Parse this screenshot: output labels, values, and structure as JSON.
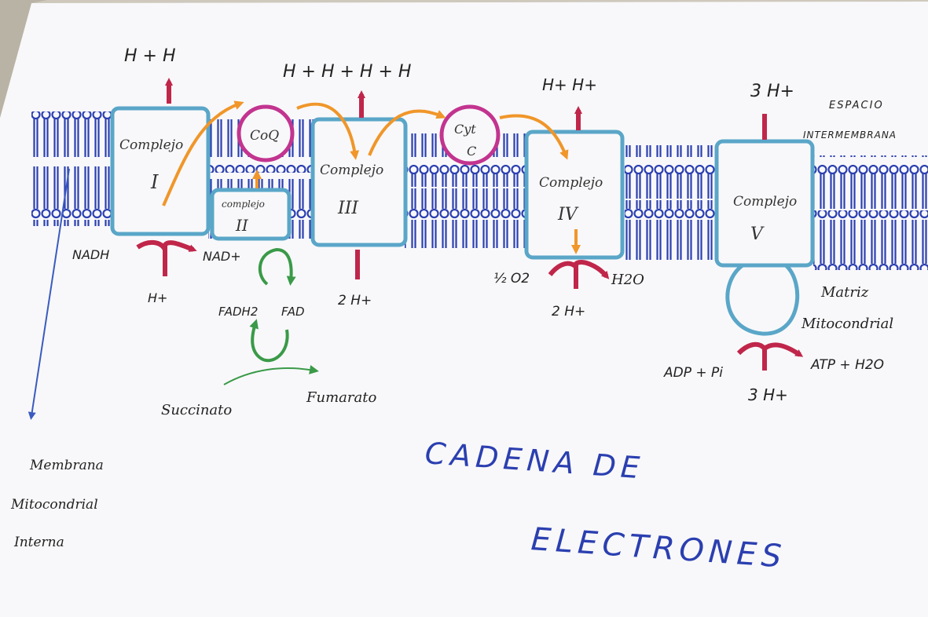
{
  "diagram": {
    "title_line1": "CADENA DE",
    "title_line2": "ELECTRONES",
    "complexes": [
      {
        "name": "Complejo",
        "numeral": "I"
      },
      {
        "name": "complejo",
        "numeral": "II"
      },
      {
        "name": "Complejo",
        "numeral": "III"
      },
      {
        "name": "Complejo",
        "numeral": "IV"
      },
      {
        "name": "Complejo",
        "numeral": "V"
      }
    ],
    "carriers": {
      "coq": "CoQ",
      "cyt_line1": "Cyt",
      "cyt_line2": "C"
    },
    "labels": {
      "h_c1_top": "H + H",
      "h_c3_top": "H + H + H + H",
      "h_c4_top": "H+  H+",
      "h_c5_top": "3 H+",
      "nadh": "NADH",
      "nad": "NAD+",
      "h_c1_bottom": "H+",
      "fadh2": "FADH2",
      "fad": "FAD",
      "succinato": "Succinato",
      "fumarato": "Fumarato",
      "h_c3_bottom": "2 H+",
      "half_o2": "½ O2",
      "h2o": "H2O",
      "h_c4_bottom": "2 H+",
      "adp": "ADP + Pi",
      "atp": "ATP + H2O",
      "h_c5_bottom": "3 H+",
      "espacio_line1": "ESPACIO",
      "espacio_line2": "INTERMEMBRANA",
      "matriz_line1": "Matriz",
      "matriz_line2": "Mitocondrial",
      "membrana_line1": "Membrana",
      "membrana_line2": "Mitocondrial",
      "membrana_line3": "Interna"
    },
    "colors": {
      "membrane": "#2b3fb0",
      "complex_outline": "#5aa6c8",
      "h_arrow": "#c0264a",
      "electron_arrow": "#f0962a",
      "carrier_outline": "#c2348f",
      "fad_cycle": "#3a9a48",
      "title": "#2b3fb0"
    }
  }
}
